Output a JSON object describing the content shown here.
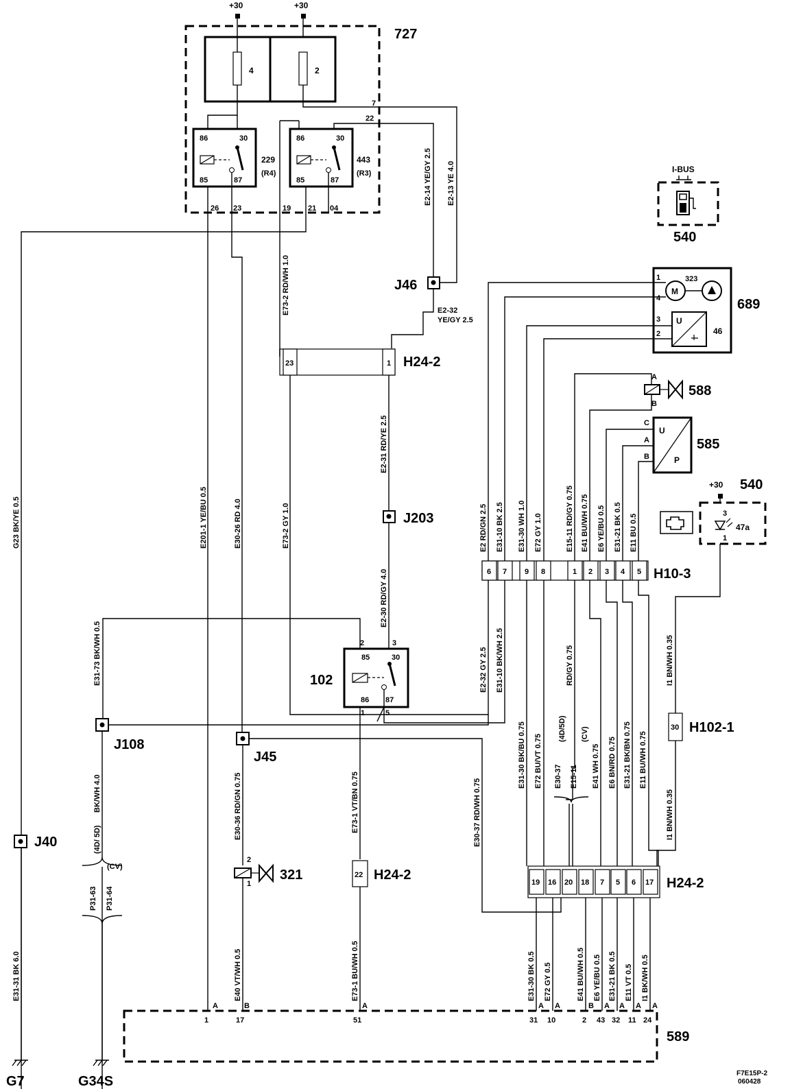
{
  "supply": {
    "plus30_a": "+30",
    "plus30_b": "+30",
    "plus30_lamp": "+30"
  },
  "components": {
    "c727": "727",
    "c229": "229",
    "r4": "(R4)",
    "c443": "443",
    "r3": "(R3)",
    "fuse4": "4",
    "fuse2": "2",
    "ibus": "I-BUS",
    "c540a": "540",
    "c689": "689",
    "c323": "323",
    "c46": "46",
    "c588": "588",
    "c585": "585",
    "c540b": "540",
    "c47a": "47a",
    "c102": "102",
    "c321": "321",
    "c589": "589",
    "g7": "G7",
    "g34s": "G34S",
    "footer1": "F7E15P-2",
    "footer2": "060428"
  },
  "junctions": {
    "j46": "J46",
    "j203": "J203",
    "j108": "J108",
    "j45": "J45",
    "j40": "J40"
  },
  "connectors": {
    "h24_2_top": "H24-2",
    "h10_3": "H10-3",
    "h102_1": "H102-1",
    "h24_2_mid": "H24-2",
    "h24_2_bot": "H24-2",
    "h24_2_top_pins": [
      "23",
      "1"
    ],
    "h10_3_pins": [
      "6",
      "7",
      "9",
      "8",
      "1",
      "2",
      "3",
      "4",
      "5"
    ],
    "h102_1_pin": "30",
    "h24_2_mid_pin": "22",
    "h24_2_bot_pins": [
      "19",
      "16",
      "20",
      "18",
      "7",
      "5",
      "6",
      "17"
    ]
  },
  "relay_pins": {
    "r229": [
      "86",
      "30",
      "85",
      "87"
    ],
    "r443": [
      "86",
      "30",
      "85",
      "87"
    ],
    "r102": [
      "2",
      "3",
      "85",
      "30",
      "86",
      "87",
      "1",
      "5"
    ]
  },
  "pins_727": [
    "7",
    "22",
    "26",
    "23",
    "19",
    "21",
    "04"
  ],
  "pins_689": [
    "1",
    "4",
    "3",
    "2"
  ],
  "motor_letters": {
    "m": "M",
    "u": "U"
  },
  "pins_588": [
    "A",
    "B"
  ],
  "pins_585": [
    "C",
    "A",
    "B"
  ],
  "letters_585": {
    "u": "U",
    "p": "P"
  },
  "lamp_pins": [
    "3",
    "1"
  ],
  "valve_pins_321": [
    "2",
    "1"
  ],
  "ecu_pins": [
    "1",
    "17",
    "51",
    "31",
    "10",
    "2",
    "43",
    "32",
    "11",
    "24"
  ],
  "ecu_letters": [
    "A",
    "B",
    "A",
    "A",
    "A",
    "B",
    "A",
    "A",
    "A",
    "A"
  ],
  "wires": {
    "w_e214": "E2-14  YE/GY  2.5",
    "w_e213": "E2-13  YE  4.0",
    "w_e232_a": "E2-32",
    "w_e232_b": "YE/GY  2.5",
    "w_e732": "E73-2  RD/WH  1.0",
    "w_g23": "G23  BK/YE  0.5",
    "w_e2011": "E201-1  YE/BU  0.5",
    "w_e3026": "E30-26  RD  4.0",
    "w_e732gy": "E73-2  GY  1.0",
    "w_e231": "E2-31  RD/YE  2.5",
    "w_e230": "E2-30  RD/GY  4.0",
    "w_h2": "E2  RD/GN  2.5",
    "w_h3110": "E31-10  BK  2.5",
    "w_h3130": "E31-30  WH  1.0",
    "w_h72": "E72  GY  1.0",
    "w_h1511": "E15-11  RD/GY  0.75",
    "w_h41": "E41  BU/WH  0.75",
    "w_h6": "E6  YE/BU  0.5",
    "w_h3121": "E31-21  BK  0.5",
    "w_h11": "E11  BU  0.5",
    "w_e232gy": "E2-32  GY  2.5",
    "w_e3110bkwh": "E31-10  BK/WH  2.5",
    "w_i1top": "I1  BN/WH  0.35",
    "w_i1bot": "I1  BN/WH  0.35",
    "w_e3173": "E31-73  BK/WH  0.5",
    "w_bkwh4": "BK/WH  4.0",
    "w_e3036": "E30-36  RD/GN  0.75",
    "w_e731vt": "E73-1  VT/BN  0.75",
    "w_e3037": "E30-37  RD/WH  0.75",
    "w_m3130": "E31-30  BK/BU  0.75",
    "w_m72": "E72  BU/VT  0.75",
    "w_m3037": "E30-37",
    "w_m1511": "E15-11",
    "w_m4d5d": "(4D/5D)",
    "w_mcv": "(CV)",
    "w_mrdgy": "RD/GY  0.75",
    "w_m41": "E41  WH  0.75",
    "w_m6": "E6  BN/RD  0.75",
    "w_m3121": "E31-21  BK/BN  0.75",
    "w_m11": "E11  BU/WH  0.75",
    "w_4d5d": "(4D/ 5D)",
    "w_cv": "(CV)",
    "w_p3153": "P31-63",
    "w_p3164": "P31-64",
    "w_e3131": "E31-31  BK  6.0",
    "w_e40": "E40  VT/WH  0.5",
    "w_e731bu": "E73-1  BU/WH  0.5",
    "w_b3130": "E31-30  BK  0.5",
    "w_b72": "E72  GY  0.5",
    "w_b41": "E41  BU/WH  0.5",
    "w_b6": "E6  YE/BU  0.5",
    "w_b3121": "E31-21  BK  0.5",
    "w_b11": "E11  VT  0.5",
    "w_bi1": "I1  BK/WH  0.5"
  }
}
